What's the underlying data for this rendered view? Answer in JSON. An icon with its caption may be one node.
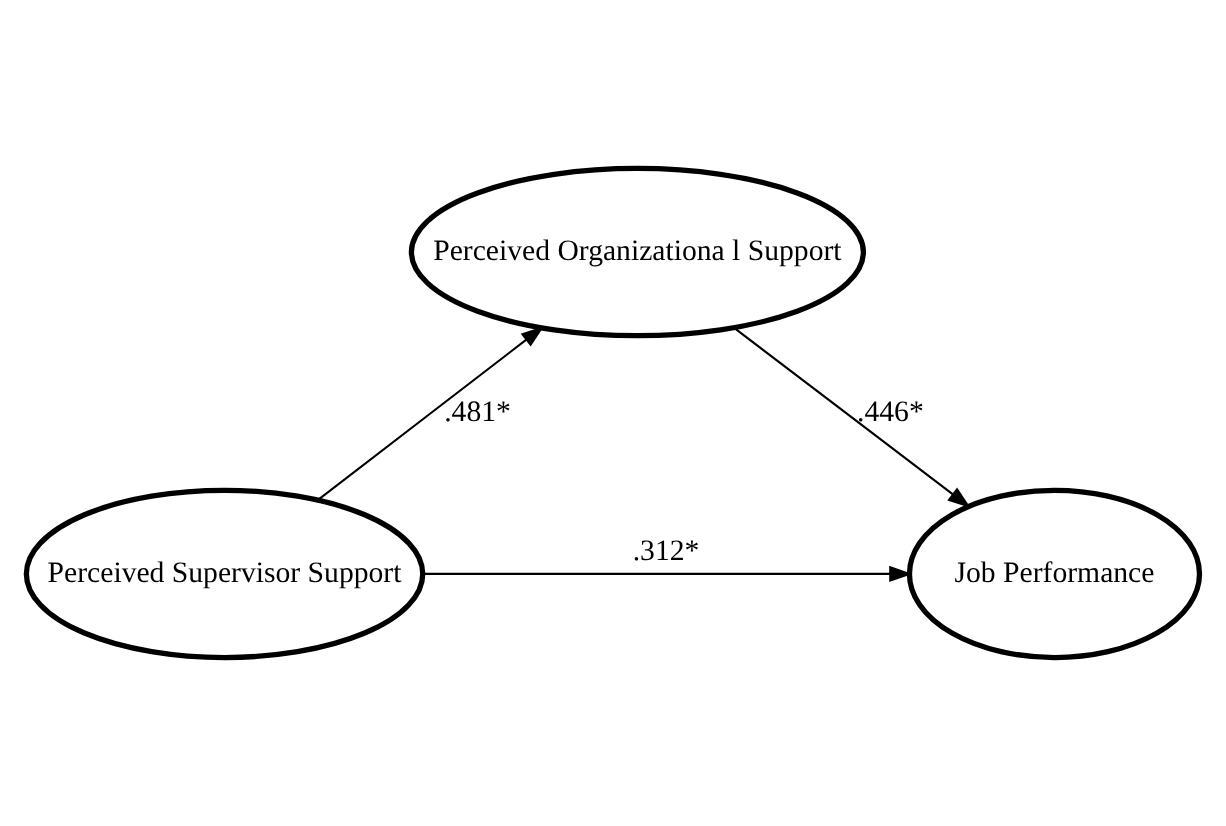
{
  "diagram": {
    "nodes": [
      {
        "text": [
          "Perceived Organizationa l Support"
        ]
      },
      {
        "text": [
          "Perceived Supervisor Support"
        ]
      },
      {
        "text": [
          "Job Performance"
        ]
      }
    ],
    "edges": [
      {
        "from": 1,
        "to": 0,
        "arrow": "to",
        "label": ".481*"
      },
      {
        "from": 0,
        "to": 2,
        "arrow": "to",
        "label": ".446*"
      },
      {
        "from": 1,
        "to": 2,
        "arrow": "to",
        "label": ".312*"
      }
    ]
  }
}
